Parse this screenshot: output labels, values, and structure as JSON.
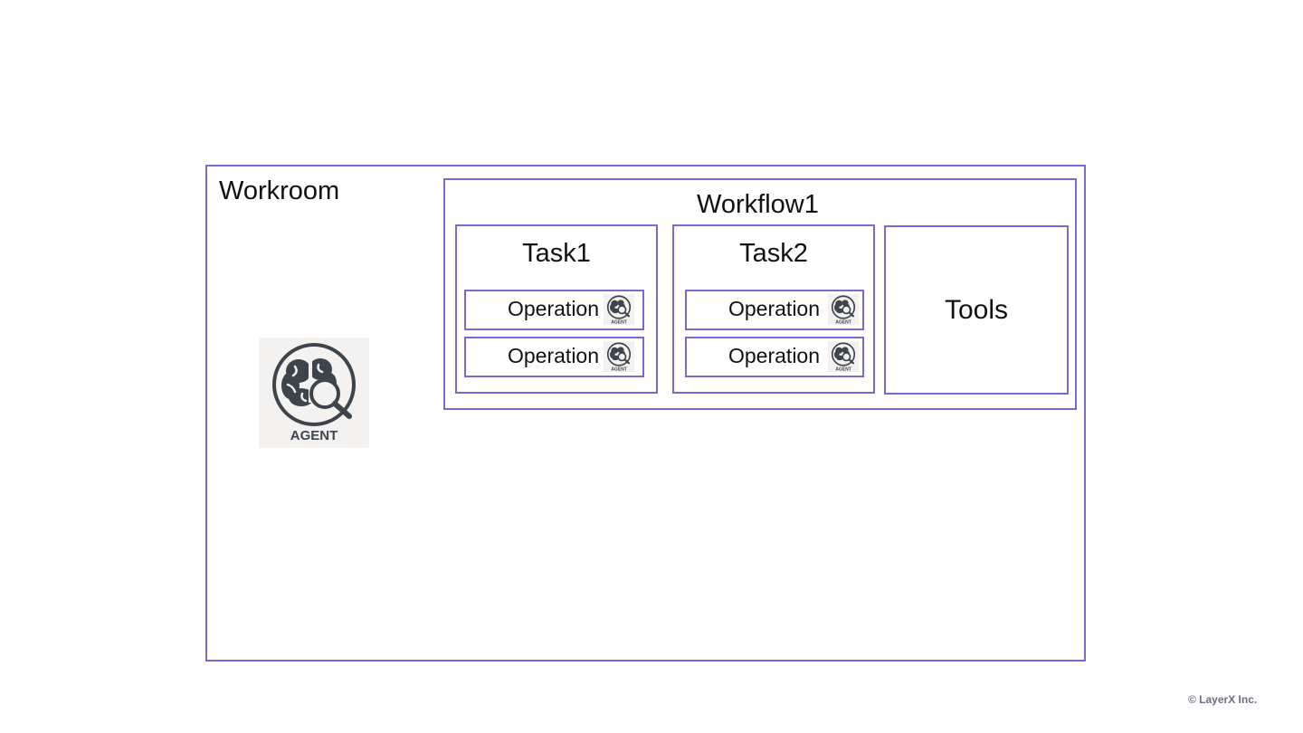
{
  "workroom": {
    "title": "Workroom"
  },
  "agent": {
    "label": "AGENT"
  },
  "workflow": {
    "title": "Workflow1",
    "tasks": [
      {
        "title": "Task1",
        "operations": [
          "Operation",
          "Operation"
        ]
      },
      {
        "title": "Task2",
        "operations": [
          "Operation",
          "Operation"
        ]
      }
    ],
    "tools": {
      "label": "Tools"
    }
  },
  "footer": {
    "copyright": "© LayerX Inc."
  },
  "colors": {
    "box_border": "#7b68d4",
    "icon_dark": "#3e444c",
    "icon_bg": "#f3f2f1",
    "footer_text": "#6b6f80"
  }
}
